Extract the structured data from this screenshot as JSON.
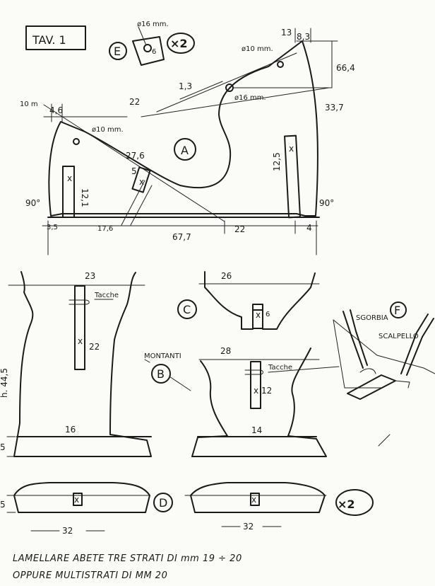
{
  "title": "TAV. 1",
  "parts": {
    "A": "A",
    "B": "B",
    "C": "C",
    "D": "D",
    "E": "E",
    "F": "F"
  },
  "labels": {
    "x2_top": "×2",
    "x2_bottom": "×2",
    "montanti": "MONTANTI",
    "tacche_b": "Tacche",
    "tacche_ab": "Tacche",
    "sgorbia": "SGORBIA",
    "scalpello": "SCALPELLO",
    "height": "h. 44,5",
    "angle_left": "90°",
    "angle_right": "90°"
  },
  "dims": {
    "d16_e": "ø16 mm.",
    "d6_e": "6",
    "d10_top": "ø10 mm.",
    "d16_a": "ø16 mm.",
    "d10_left": "ø10 mm.",
    "d13": "13",
    "d83": "8,3",
    "d664": "66,4",
    "d337": "33,7",
    "d13b": "1,3",
    "d22_top": "22",
    "d10mm": "10 m",
    "d46": "4,6",
    "d276": "27,6",
    "d5": "5",
    "d121": "12,1",
    "d125": "12,5",
    "d35": "3,5",
    "d176": "17,6",
    "d22_bot": "22",
    "d4": "4",
    "d677": "67,7",
    "d23": "23",
    "d22_slot": "22",
    "d16_b": "16",
    "d26": "26",
    "d6_c": "6",
    "d28": "28",
    "d12": "12",
    "d14": "14",
    "d5_left_a": "5",
    "d5_left_b": "5",
    "d32_left": "32",
    "d32_right": "32",
    "x_mark": "x"
  },
  "notes": {
    "line1": "LAMELLARE ABETE TRE STRATI  DI mm 19 ÷ 20",
    "line2": "OPPURE  MULTISTRATI DI MM 20"
  }
}
